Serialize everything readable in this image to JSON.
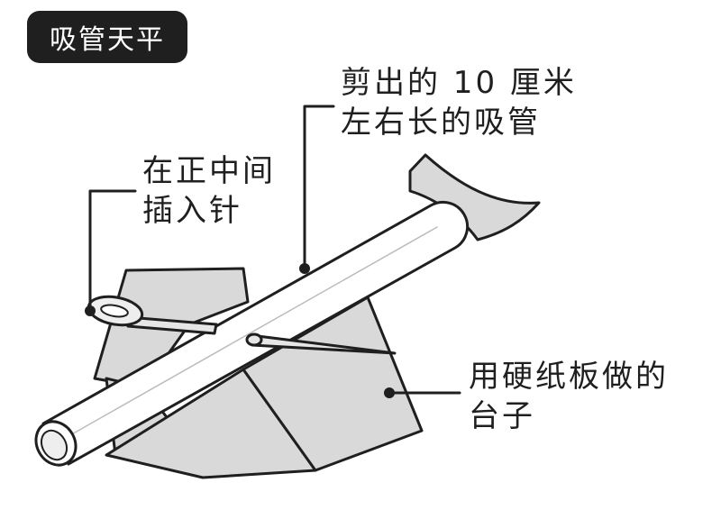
{
  "title": "吸管天平",
  "labels": {
    "straw": {
      "line1": "剪出的 10 厘米",
      "line2": "左右长的吸管"
    },
    "needle": {
      "line1": "在正中间",
      "line2": "插入针"
    },
    "stand": {
      "line1": "用硬纸板做的",
      "line2": "台子"
    }
  },
  "colors": {
    "ink": "#1f1f1f",
    "cardboard": "#d9d9d9",
    "paper": "#ffffff"
  }
}
